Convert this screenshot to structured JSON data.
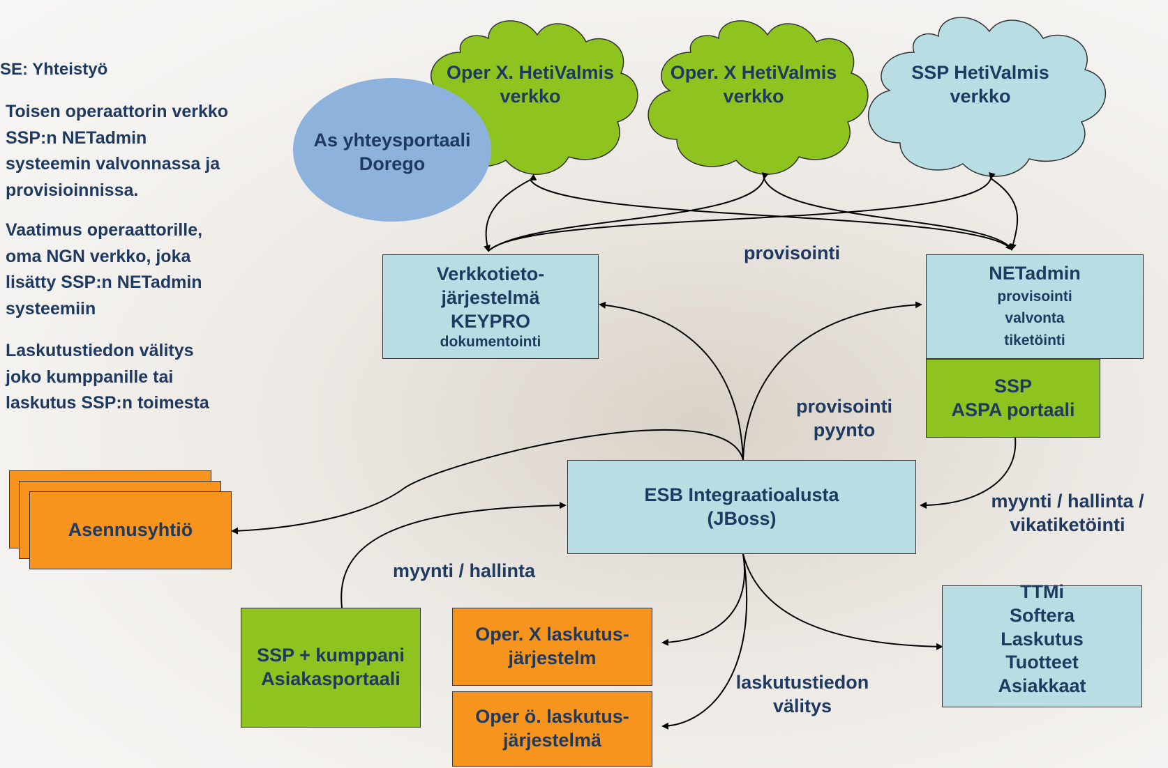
{
  "heading": "SE: Yhteistyö",
  "bullets": [
    [
      "Toisen operaattorin verkko",
      "SSP:n NETadmin",
      "systeemin valvonnassa ja",
      "provisioinnissa."
    ],
    [
      "Vaatimus operaattorille,",
      "oma NGN verkko, joka",
      "lisätty SSP:n NETadmin",
      "systeemiin"
    ],
    [
      "Laskutustiedon välitys",
      "joko kumppanille tai",
      "laskutus SSP:n toimesta"
    ]
  ],
  "clouds": [
    {
      "line1": "Oper X. HetiValmis",
      "line2": "verkko",
      "color": "#8fc31f"
    },
    {
      "line1": "Oper. X HetiValmis",
      "line2": "verkko",
      "color": "#8fc31f"
    },
    {
      "line1": "SSP HetiValmis",
      "line2": "verkko",
      "color": "#b8dde3"
    }
  ],
  "ellipse": {
    "line1": "As yhteysportaali",
    "line2": "Dorego",
    "color": "#8db3dc"
  },
  "boxes": {
    "verkkotieto": {
      "l1": "Verkkotieto-",
      "l2": "järjestelmä",
      "l3": "KEYPRO",
      "l4": "dokumentointi"
    },
    "netadmin": {
      "l1": "NETadmin",
      "l2": "provisointi",
      "l3": "valvonta",
      "l4": "tiketöinti"
    },
    "aspa": {
      "l1": "SSP",
      "l2": "ASPA portaali"
    },
    "esb": {
      "l1": "ESB Integraatioalusta",
      "l2": "(JBoss)"
    },
    "asennus": {
      "l1": "Asennusyhtiö"
    },
    "asiakas": {
      "l1": "SSP + kumppani",
      "l2": "Asiakasportaali"
    },
    "operx_lask": {
      "l1": "Oper. X laskutus-",
      "l2": "järjestelm"
    },
    "opero_lask": {
      "l1": "Oper ö. laskutus-",
      "l2": "järjestelmä"
    },
    "ttmi": {
      "l1": "TTMi",
      "l2": "Softera",
      "l3": "Laskutus",
      "l4": "Tuotteet",
      "l5": "Asiakkaat"
    }
  },
  "labels": {
    "provisointi": "provisointi",
    "prov_pyynto_1": "provisointi",
    "prov_pyynto_2": "pyynto",
    "myynti_hallinta": "myynti / hallinta",
    "myynti_vika_1": "myynti / hallinta /",
    "myynti_vika_2": "vikatiketöinti",
    "lask_valitys_1": "laskutustiedon",
    "lask_valitys_2": "välitys"
  },
  "colors": {
    "text": "#1f3a60",
    "green": "#8fc31f",
    "blue": "#b8dde3",
    "orange": "#f7941d"
  }
}
